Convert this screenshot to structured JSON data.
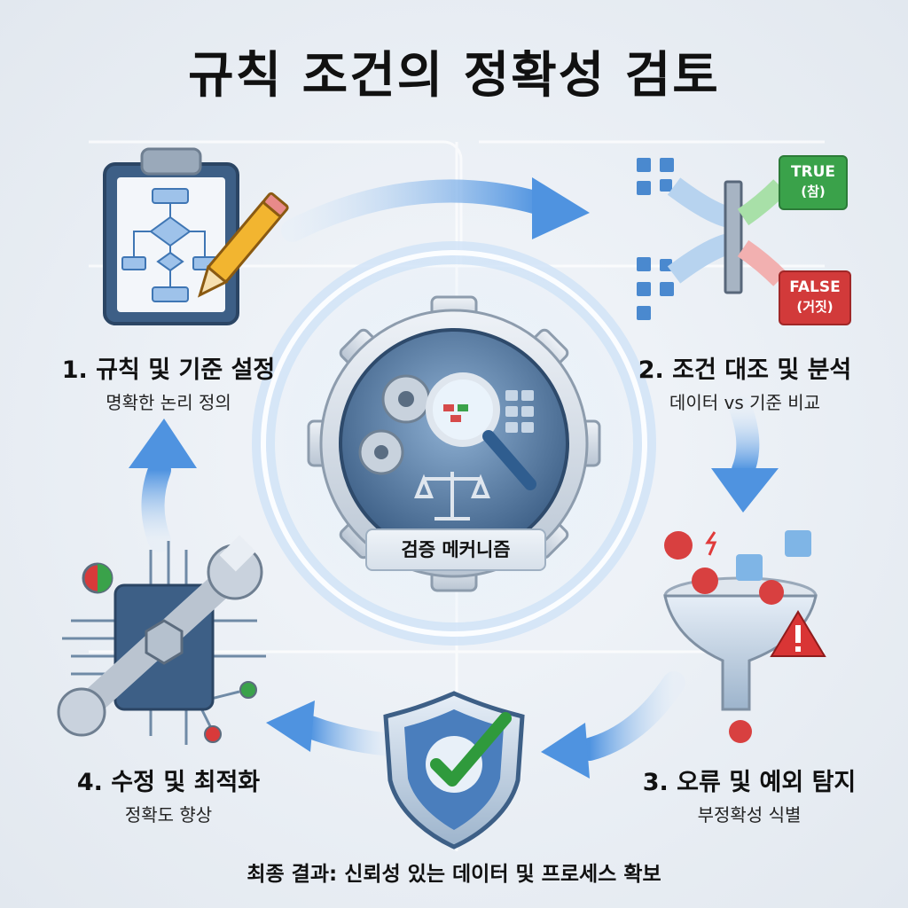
{
  "title": "규칙 조건의 정확성 검토",
  "center": {
    "label": "검증 메커니즘"
  },
  "steps": [
    {
      "title": "1. 규칙 및 기준 설정",
      "subtitle": "명확한 논리 정의"
    },
    {
      "title": "2. 조건 대조 및 분석",
      "subtitle": "데이터 vs 기준 비교"
    },
    {
      "title": "3. 오류 및 예외 탐지",
      "subtitle": "부정확성 식별"
    },
    {
      "title": "4. 수정 및 최적화",
      "subtitle": "정확도 향상"
    }
  ],
  "badges": {
    "true": {
      "line1": "TRUE",
      "line2": "(참)",
      "color": "#3aa24a"
    },
    "false": {
      "line1": "FALSE",
      "line2": "(거짓)",
      "color": "#d23a3a"
    }
  },
  "final": "최종 결과: 신뢰성 있는 데이터 및 프로세스 확보",
  "colors": {
    "accent": "#4a8fd6",
    "arrow": "#5b9be0",
    "dark": "#3d5f86"
  }
}
